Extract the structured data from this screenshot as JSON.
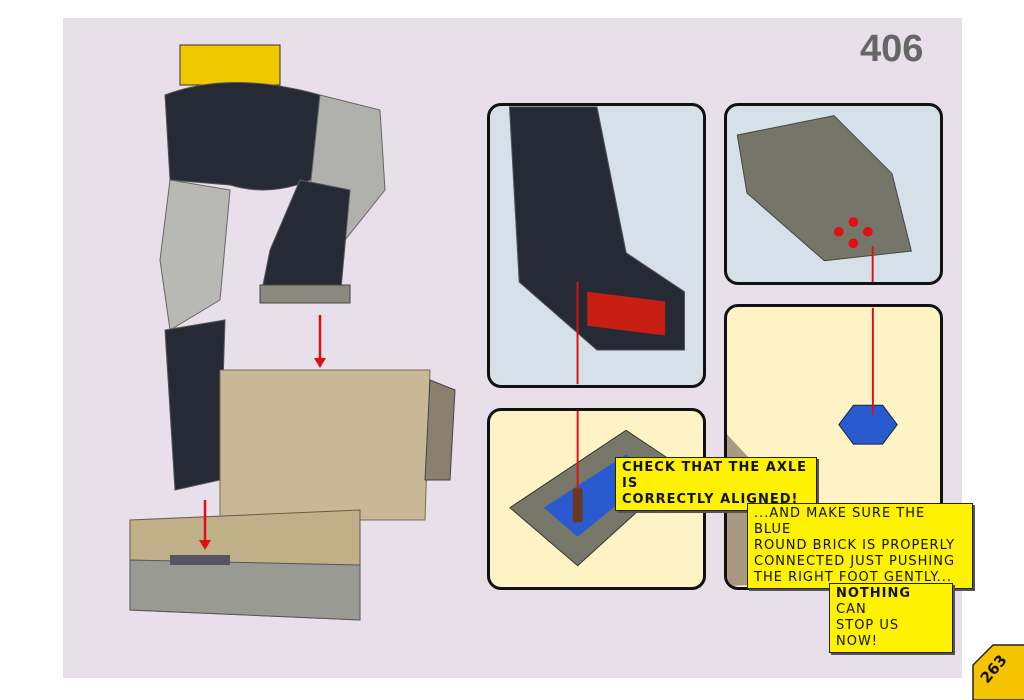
{
  "step_number": "406",
  "page_number": "263",
  "callouts": {
    "axle": [
      "Check that the axle is",
      "correctly aligned!"
    ],
    "blue_brick": [
      "...and make sure the blue",
      "round brick is properly",
      "connected just pushing",
      "the right foot gently..."
    ],
    "nothing_bold": "Nothing",
    "nothing_rest": " can",
    "nothing_line2": "stop us now!"
  },
  "colors": {
    "background": "#e8dfea",
    "callout": "#fff200",
    "arrow": "#e01010",
    "sky": "#d6e0e8",
    "floor": "#fdf3c4"
  }
}
